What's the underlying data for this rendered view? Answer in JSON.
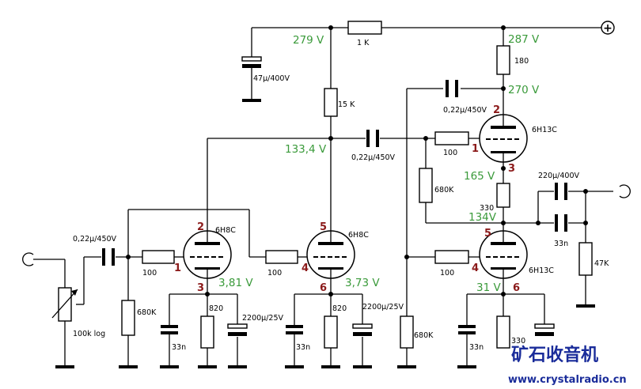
{
  "supply": {
    "plus_symbol": "+"
  },
  "resistors": {
    "r_supply": "1 K",
    "r_180": "180",
    "r_15k": "15 K",
    "r_grid_in": "100",
    "r_grid_mid": "100",
    "r_grid_v3": "100",
    "r_grid_v4": "100",
    "r_680k_1": "680K",
    "r_680k_2": "680K",
    "r_680k_3": "680K",
    "r_820_1": "820",
    "r_820_2": "820",
    "r_330_1": "330",
    "r_330_2": "330",
    "r_47k": "47K",
    "pot": "100k log"
  },
  "capacitors": {
    "c_filter": "47µ/400V",
    "c_input": "0,22µ/450V",
    "c_couple1": "0,22µ/450V",
    "c_couple2": "0,22µ/450V",
    "c_out": "220µ/400V",
    "c_33n_1": "33n",
    "c_33n_2": "33n",
    "c_33n_3": "33n",
    "c_33n_4": "33n",
    "c_el1": "2200µ/25V",
    "c_el2": "2200µ/25V"
  },
  "tubes": {
    "v1": "6H8C",
    "v2": "6H8C",
    "v3": "6H13C",
    "v4": "6H13C"
  },
  "voltages": {
    "v279": "279 V",
    "v287": "287 V",
    "v270": "270 V",
    "v133": "133,4 V",
    "v165": "165 V",
    "v134": "134V",
    "v381": "3,81 V",
    "v373": "3,73 V",
    "v31": "31 V"
  },
  "pins": {
    "v1_anode": "2",
    "v1_grid": "1",
    "v1_cathode": "3",
    "v2_anode": "5",
    "v2_grid": "4",
    "v2_cathode": "6",
    "v3_anode": "2",
    "v3_grid": "1",
    "v3_cathode": "3",
    "v4_anode": "5",
    "v4_grid": "4",
    "v4_cathode": "6"
  },
  "watermark": {
    "title": "矿石收音机",
    "url": "www.crystalradio.cn"
  },
  "colors": {
    "voltage": "#3a9a3a",
    "pin": "#8b1a1a",
    "watermark": "#1a2c9a",
    "wire": "#000000"
  }
}
